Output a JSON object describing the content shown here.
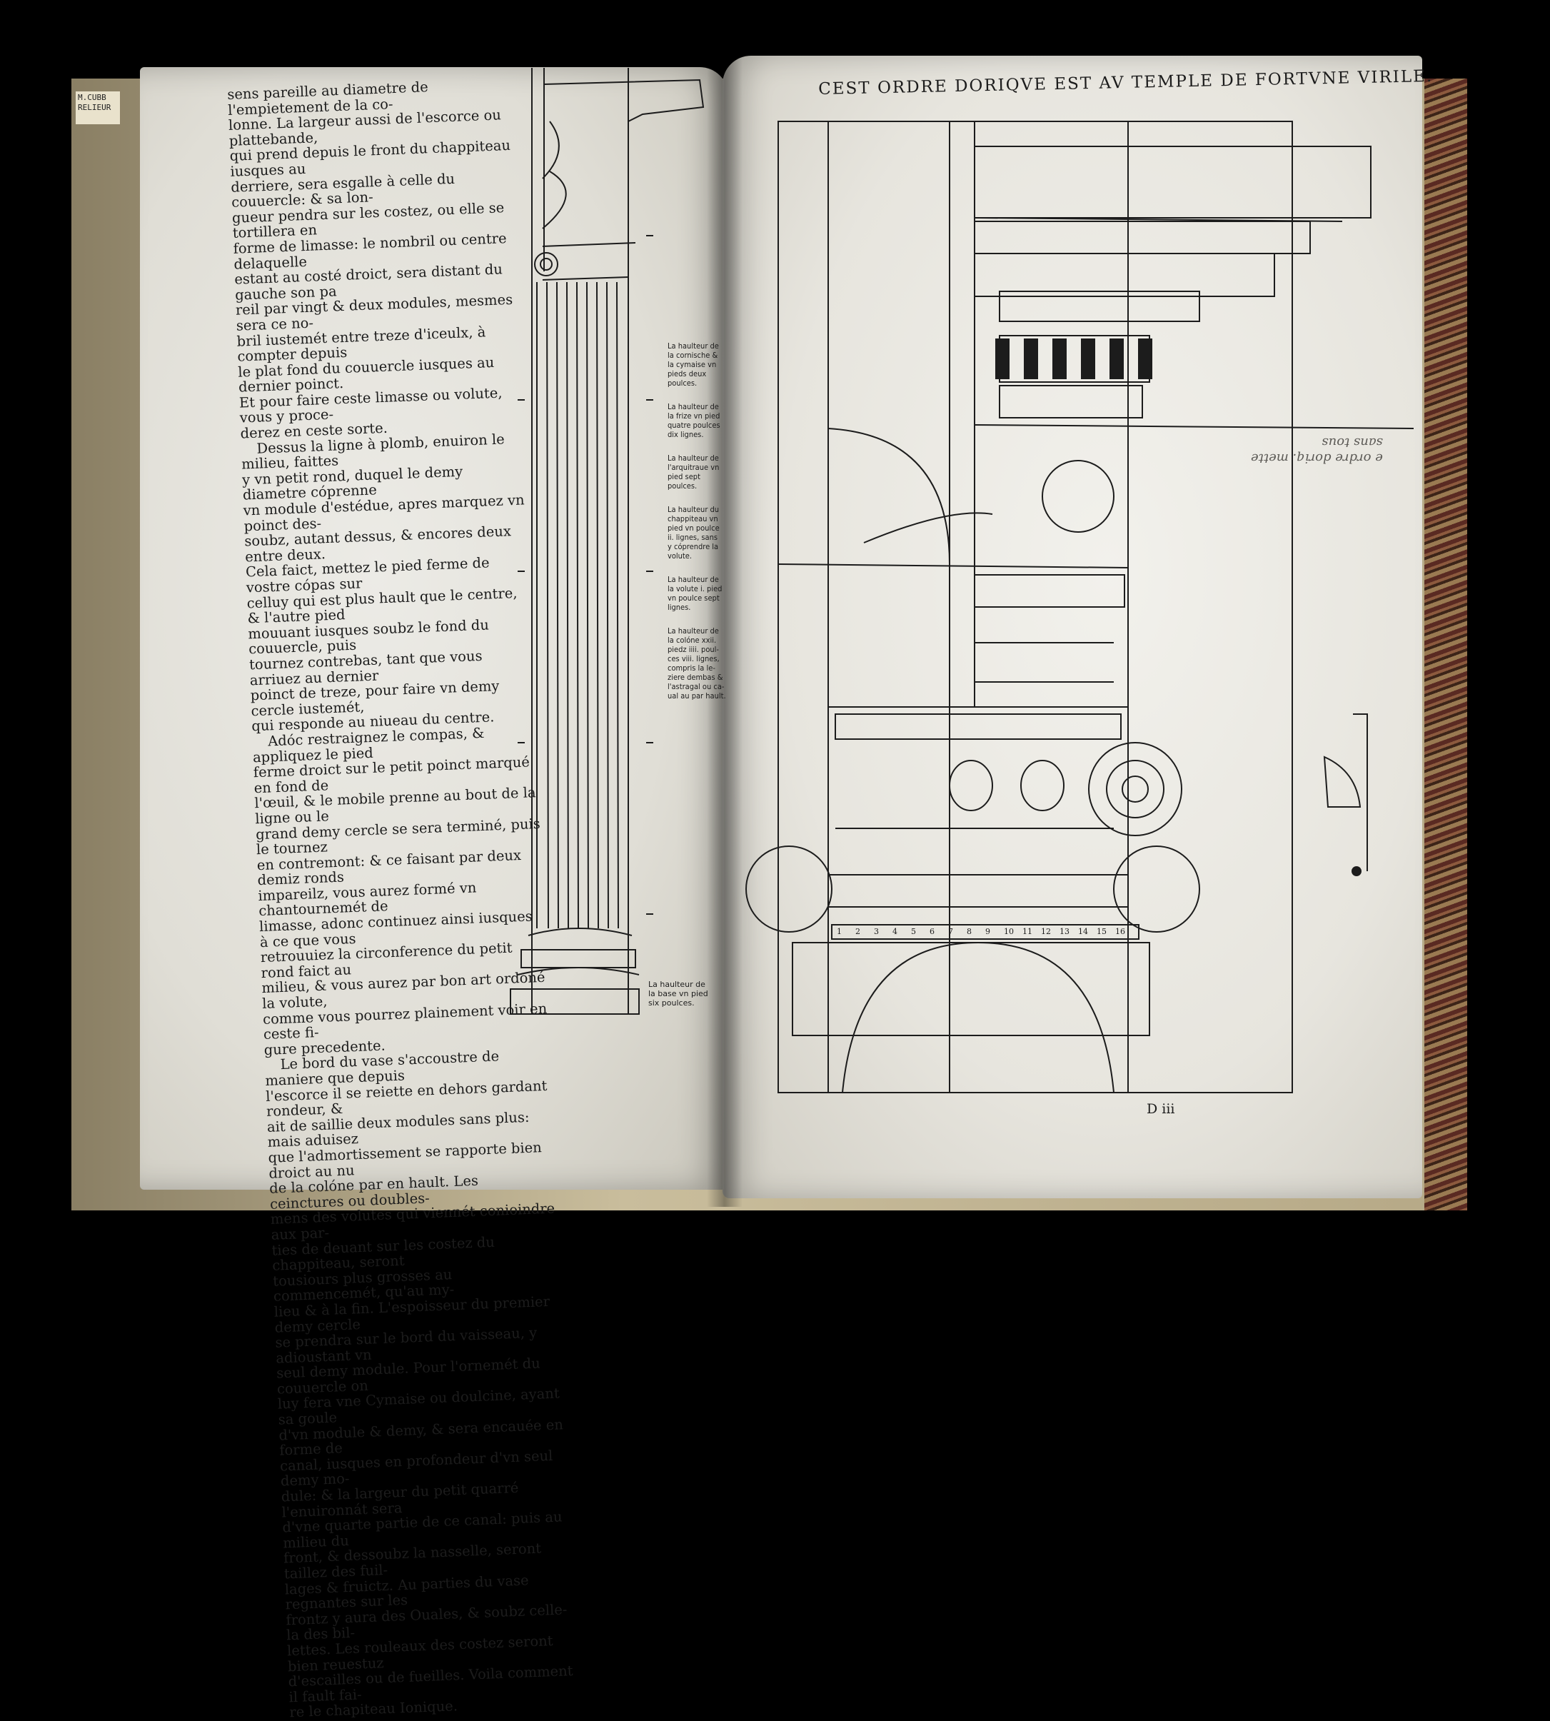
{
  "spine_label": "M.CUBB\nRELIEUR",
  "left_page": {
    "paragraphs": [
      "sens pareille au diametre de l'empietement de la co-\nlonne. La largeur aussi de l'escorce ou plattebande,\nqui prend depuis le front du chappiteau iusques au\nderriere, sera esgalle à celle du couuercle: & sa lon-\ngueur pendra sur les costez, ou elle se tortillera en\nforme de limasse: le nombril ou centre delaquelle\nestant au costé droict, sera distant du gauche son pa\nreil par vingt & deux modules, mesmes sera ce no-\nbril iustemét entre treze d'iceulx, à compter depuis\nle plat fond du couuercle iusques au dernier poinct.\nEt pour faire ceste limasse ou volute, vous y proce-\nderez en ceste sorte.",
      "Dessus la ligne à plomb, enuiron le milieu, faittes\ny vn petit rond, duquel le demy diametre cóprenne\nvn module d'estédue, apres marquez vn poinct des-\nsoubz, autant dessus, & encores deux entre deux.\nCela faict, mettez le pied ferme de vostre cópas sur\ncelluy qui est plus hault que le centre, & l'autre pied\nmouuant iusques soubz le fond du couuercle, puis\ntournez contrebas, tant que vous arriuez au dernier\npoinct de treze, pour faire vn demy cercle iustemét,\nqui responde au niueau du centre.",
      "Adóc restraignez le compas, & appliquez le pied\nferme droict sur le petit poinct marqué en fond de\nl'œuil, & le mobile prenne au bout de la ligne ou le\ngrand demy cercle se sera terminé, puis le tournez\nen contremont: & ce faisant par deux demiz ronds\nimpareilz, vous aurez formé vn chantournemét de\nlimasse, adonc continuez ainsi iusques à ce que vous\nretrouuiez la circonference du petit rond faict au\nmilieu, & vous aurez par bon art ordoné la volute,\ncomme vous pourrez plainement voir en ceste fi-\ngure precedente.",
      "Le bord du vase s'accoustre de maniere que depuis\nl'escorce il se reiette en dehors gardant rondeur, &\nait de saillie deux modules sans plus: mais aduisez\nque l'admortissement se rapporte bien droict au nu\nde la colóne par en hault. Les ceinctures ou doubles-\nmens des volutes qui viennét conioindre aux par-\nties de deuant sur les costez du chappiteau, seront\ntousiours plus grosses au commencemét, qu'au my-\nlieu & à la fin. L'espoisseur du premier demy cercle\nse prendra sur le bord du vaisseau, y adioustant vn\nseul demy module. Pour l'ornemét du couuercle on\nluy fera vne Cymaise ou doulcine, ayant sa goule\nd'vn module & demy, & sera encauée en forme de\ncanal, iusques en profondeur d'vn seul demy mo-\ndule: & la largeur du petit quarré l'enuironnát sera\nd'vne quarte partie de ce canal: puis au milieu du\nfront, & dessoubz la nasselle, seront taillez des fuil-\nlages & fruictz. Au parties du vase regnantes sur les\nfrontz y aura des Ouales, & soubz celle-la des bil-\nlettes. Les rouleaux des costez seront bien reuestuz\nd'escailles ou de fueilles. Voila comment il fault fai-\nre le chapiteau Ionique."
    ],
    "side_notes": [
      "La haulteur de\nla cornische &\nla cymaise vn\npieds deux\npoulces.",
      "La haulteur de\nla frize vn pied\nquatre poulces\ndix lignes.",
      "La haulteur de\nl'arquitraue vn\npied sept\npoulces.",
      "La haulteur du\nchappiteau vn\npied vn poulce\nii. lignes, sans\ny cóprendre la\nvolute.",
      "La haulteur de\nla volute i. pied\nvn poulce sept\nlignes.",
      "La haulteur de\nla colóne xxii.\npiedz iiii. poul-\nces viii. lignes,\ncompris la le-\nziere dembas &\nl'astragal ou ca-\nual au par hault."
    ],
    "base_note": "La haulteur de\nla base vn pied\nsix poulces."
  },
  "right_page": {
    "heading": "CEST ORDRE DORIQVE EST AV TEMPLE DE FORTVNE VIRILE.",
    "folio": "D iii",
    "handwritten_note": "e ordre doriq. mette\nsans tous"
  },
  "scale_numbers": [
    "1",
    "2",
    "3",
    "4",
    "5",
    "6",
    "7",
    "8",
    "9",
    "10",
    "11",
    "12",
    "13",
    "14",
    "15",
    "16"
  ],
  "colors": {
    "ink": "#1c1c1c",
    "paper": "#ebe9e3",
    "background": "#000000"
  }
}
